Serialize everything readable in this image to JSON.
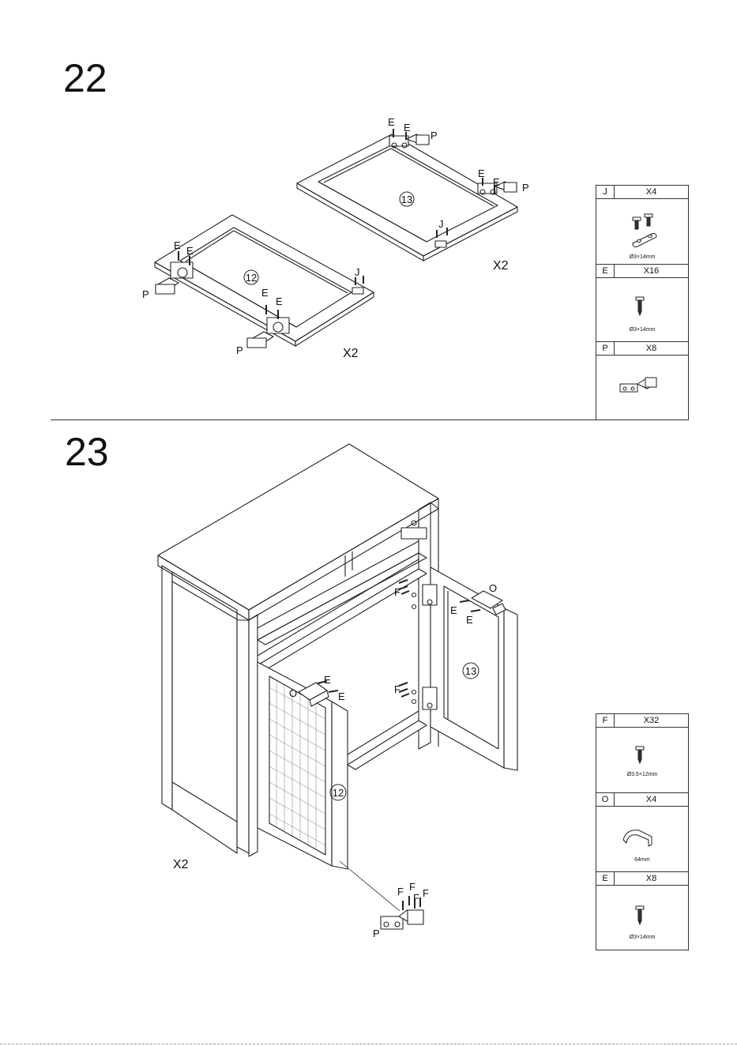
{
  "steps": {
    "step22": "22",
    "step23": "23"
  },
  "step22_labels": {
    "door13": "13",
    "door12": "12",
    "count_top": "X2",
    "count_bottom": "X2",
    "E": "E",
    "P": "P",
    "J": "J"
  },
  "step23_labels": {
    "door13": "13",
    "door12": "12",
    "count": "X2",
    "E": "E",
    "F": "F",
    "O": "O",
    "P": "P"
  },
  "parts_table_22": [
    {
      "code": "J",
      "qty": "X4",
      "spec": "Ø3×14mm",
      "icon": "screws-with-plate-icon"
    },
    {
      "code": "E",
      "qty": "X16",
      "spec": "Ø3×14mm",
      "icon": "screw-icon"
    },
    {
      "code": "P",
      "qty": "X8",
      "spec": "",
      "icon": "hinge-icon"
    }
  ],
  "parts_table_23": [
    {
      "code": "F",
      "qty": "X32",
      "spec": "Ø3.5×12mm",
      "icon": "screw-icon"
    },
    {
      "code": "O",
      "qty": "X4",
      "spec": "64mm",
      "icon": "handle-icon"
    },
    {
      "code": "E",
      "qty": "X8",
      "spec": "Ø3×14mm",
      "icon": "screw-icon"
    }
  ]
}
